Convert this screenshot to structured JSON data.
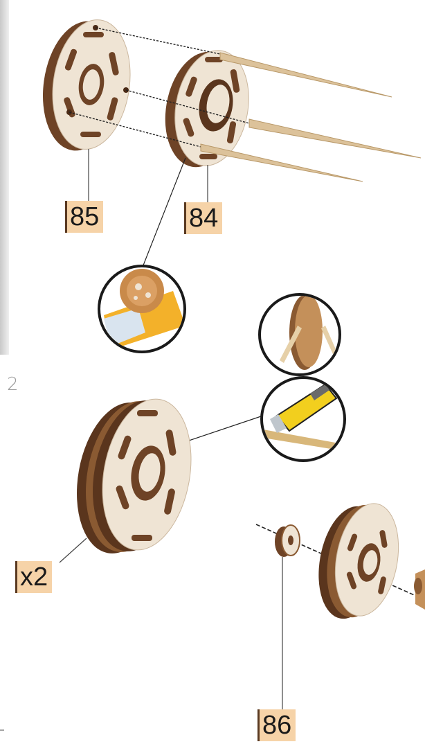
{
  "page": {
    "background": "#ffffff"
  },
  "step": {
    "number": "2"
  },
  "labels": {
    "part_85": "85",
    "part_84": "84",
    "quantity": "x2",
    "part_86": "86"
  },
  "colors": {
    "wood_face": "#efe4d4",
    "wood_edge": "#6e4326",
    "wood_dark": "#4a2a16",
    "label_fill": "#f6d3a8",
    "rod": "#dcc29a",
    "glue_yellow": "#f2cf1e"
  },
  "icons": [
    "wheel-disc-85",
    "wheel-disc-84",
    "wooden-rods",
    "glue-detail-zoom",
    "rod-insert-detail-zoom",
    "knife-glue-detail-zoom",
    "double-wheel",
    "spacer-86",
    "wheel-on-axle"
  ]
}
